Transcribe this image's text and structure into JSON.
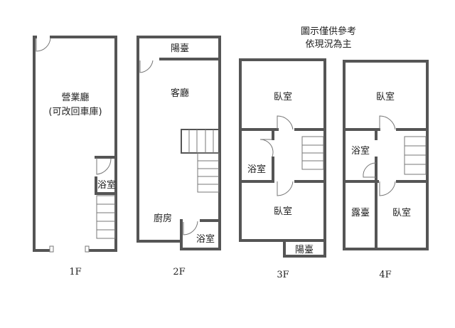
{
  "note": {
    "line1": "圖示僅供參考",
    "line2": "依現況為主"
  },
  "floors": [
    {
      "label": "1F",
      "rooms": [
        "營業廳",
        "(可改回車庫)",
        "浴室"
      ]
    },
    {
      "label": "2F",
      "rooms": [
        "陽臺",
        "客廳",
        "廚房",
        "浴室"
      ]
    },
    {
      "label": "3F",
      "rooms": [
        "臥室",
        "浴室",
        "臥室",
        "陽臺"
      ]
    },
    {
      "label": "4F",
      "rooms": [
        "臥室",
        "浴室",
        "露臺",
        "臥室"
      ]
    }
  ],
  "colors": {
    "wall": "#555555"
  }
}
